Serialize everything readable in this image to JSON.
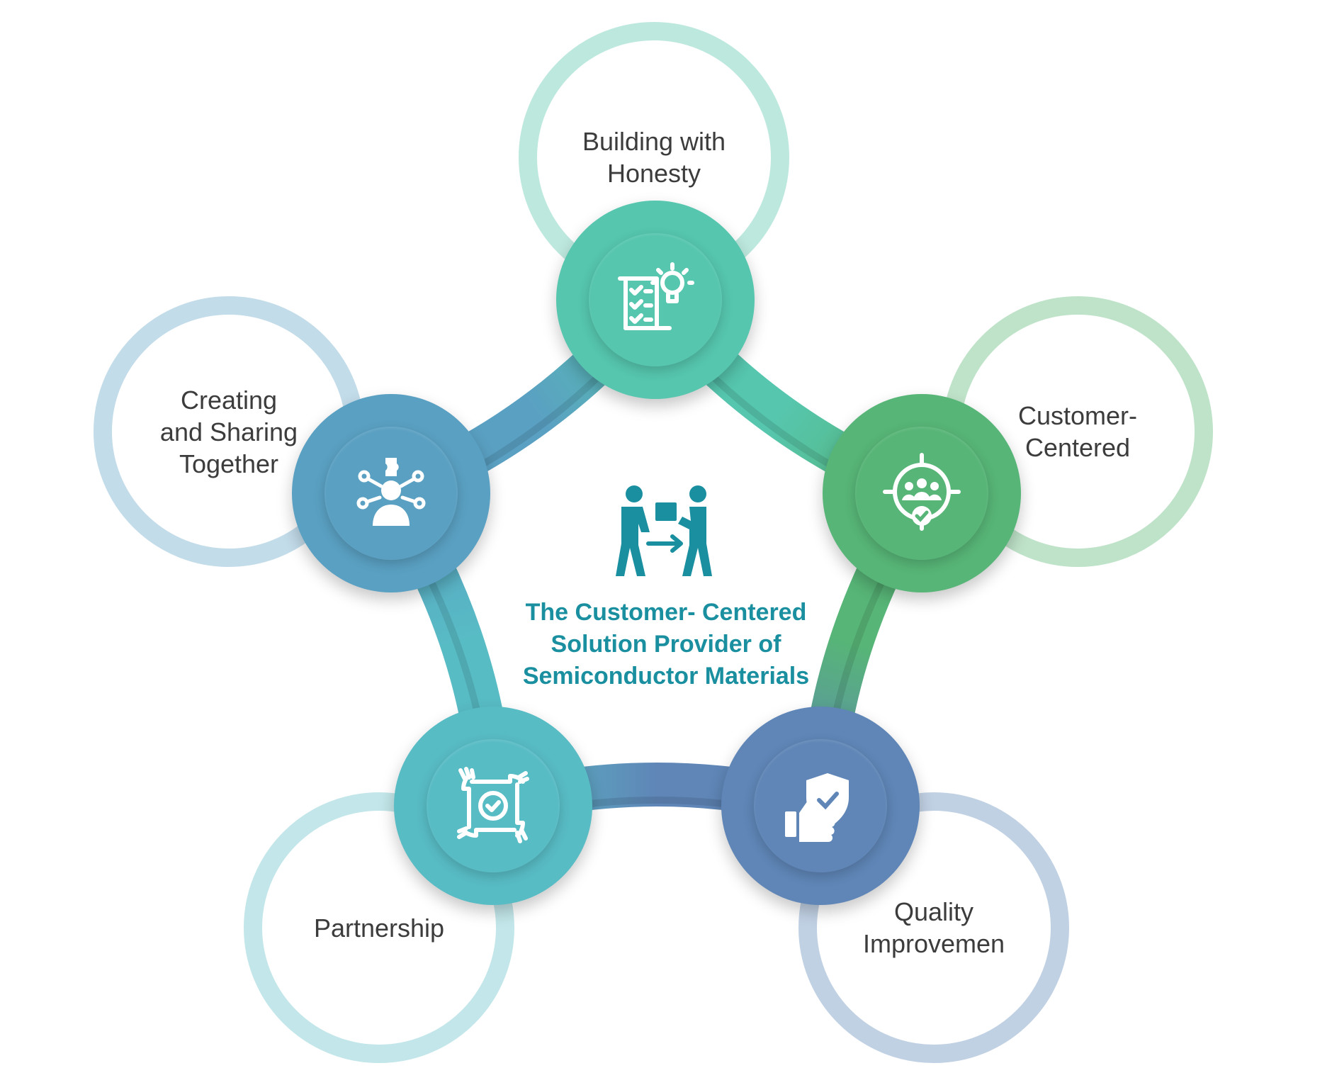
{
  "center": {
    "title": "The Customer- Centered\nSolution Provider of\nSemiconductor Materials",
    "icon": "two-people-exchange-icon",
    "color": "#1a8fa0"
  },
  "values": [
    {
      "id": "honesty",
      "label": "Building with\nHonesty",
      "icon": "checklist-lightbulb-icon",
      "node_color": "#56c6ae",
      "ring_color": "#bde8de"
    },
    {
      "id": "customer",
      "label": "Customer-\nCentered",
      "icon": "target-group-check-icon",
      "node_color": "#57b577",
      "ring_color": "#bfe3c9"
    },
    {
      "id": "quality",
      "label": "Quality\nImprovemen",
      "icon": "thumbs-up-shield-icon",
      "node_color": "#5f86b7",
      "ring_color": "#c1d1e4"
    },
    {
      "id": "partnership",
      "label": "Partnership",
      "icon": "hands-circle-check-icon",
      "node_color": "#58bcc5",
      "ring_color": "#c2e6e9"
    },
    {
      "id": "sharing",
      "label": "Creating\nand Sharing\nTogether",
      "icon": "person-network-puzzle-icon",
      "node_color": "#5aa0c2",
      "ring_color": "#c3dcea"
    }
  ]
}
